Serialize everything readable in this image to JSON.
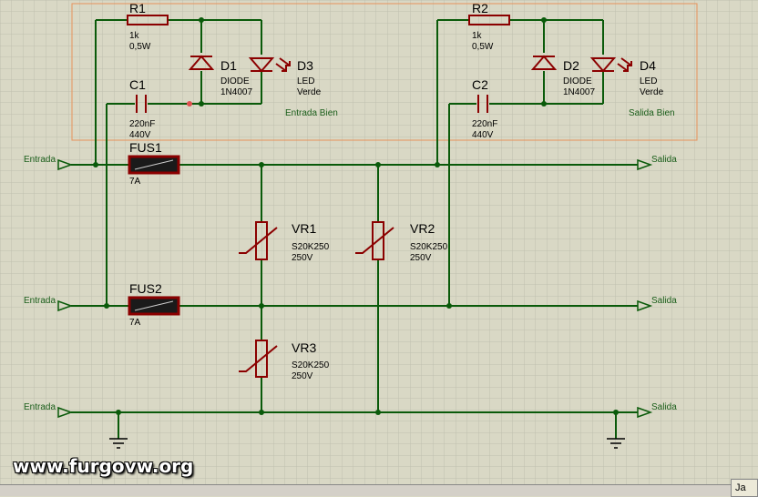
{
  "watermark": "www.furgovw.org",
  "statusbar": {
    "tab_label": "Ja"
  },
  "components": {
    "r1": {
      "name": "R1",
      "value": "1k",
      "power": "0,5W"
    },
    "r2": {
      "name": "R2",
      "value": "1k",
      "power": "0,5W"
    },
    "d1": {
      "name": "D1",
      "type": "DIODE",
      "part": "1N4007"
    },
    "d2": {
      "name": "D2",
      "type": "DIODE",
      "part": "1N4007"
    },
    "d3": {
      "name": "D3",
      "type": "LED",
      "color": "Verde"
    },
    "d4": {
      "name": "D4",
      "type": "LED",
      "color": "Verde"
    },
    "c1": {
      "name": "C1",
      "value": "220nF",
      "voltage": "440V"
    },
    "c2": {
      "name": "C2",
      "value": "220nF",
      "voltage": "440V"
    },
    "fus1": {
      "name": "FUS1",
      "rating": "7A"
    },
    "fus2": {
      "name": "FUS2",
      "rating": "7A"
    },
    "vr1": {
      "name": "VR1",
      "part": "S20K250",
      "voltage": "250V"
    },
    "vr2": {
      "name": "VR2",
      "part": "S20K250",
      "voltage": "250V"
    },
    "vr3": {
      "name": "VR3",
      "part": "S20K250",
      "voltage": "250V"
    }
  },
  "notes": {
    "entrada_bien": "Entrada Bien",
    "salida_bien": "Salida Bien"
  },
  "terminals": {
    "in1": "Entrada",
    "in2": "Entrada",
    "in3": "Entrada",
    "out1": "Salida",
    "out2": "Salida",
    "out3": "Salida"
  },
  "colors": {
    "wire": "#0a5a0a",
    "component": "#8b0000",
    "grid": "#c0bfae",
    "box": "#e8925a"
  }
}
